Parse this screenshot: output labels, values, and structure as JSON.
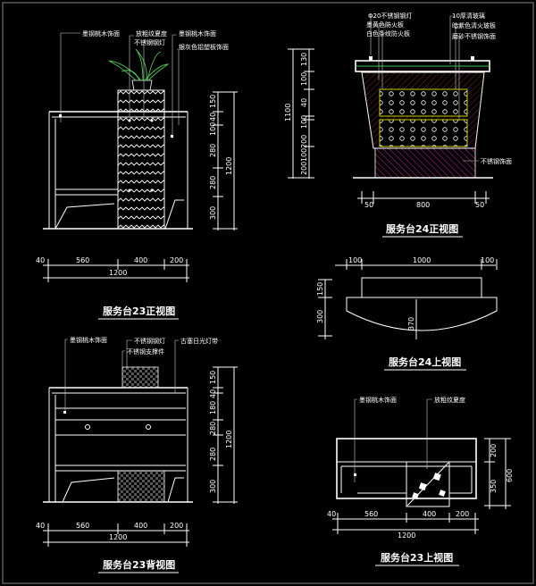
{
  "views": {
    "v1": {
      "title": "服务台23正视图",
      "notes": [
        "墨钢桃木饰面",
        "放粗纹夏度",
        "不锈钢钢灯",
        "墨钢桃木饰面",
        "银灰色铝塑板饰面"
      ],
      "h_dims": [
        "560",
        "400",
        "200",
        "1200"
      ],
      "v_dims": [
        "150",
        "40",
        "100",
        "280",
        "280",
        "300",
        "1200"
      ],
      "small": [
        "40"
      ]
    },
    "v2": {
      "title": "服务台24正视图",
      "notes": [
        "Φ20不锈钢钢灯",
        "墨黄色防火板",
        "白色条纹防火板",
        "10厚清玻璃",
        "暗紫色清火玻板",
        "磨砂不锈钢饰面",
        "不锈钢饰面"
      ],
      "h_dims": [
        "50",
        "800",
        "50"
      ],
      "v_dims": [
        "130",
        "100",
        "40",
        "100",
        "200",
        "100",
        "200",
        "1100"
      ]
    },
    "v3": {
      "title": "服务台24上视图",
      "h_dims": [
        "100",
        "1000",
        "100"
      ],
      "v_dims": [
        "150",
        "300",
        "370"
      ]
    },
    "v4": {
      "title": "服务台23背视图",
      "notes": [
        "墨钢桃木饰面",
        "不锈钢钢灯",
        "不锈钢支撑件",
        "古塞日光灯带"
      ],
      "h_dims": [
        "560",
        "400",
        "200",
        "1200"
      ],
      "v_dims": [
        "150",
        "40",
        "180",
        "280",
        "280",
        "300",
        "1200"
      ],
      "small": [
        "40"
      ]
    },
    "v5": {
      "title": "服务台23上视图",
      "notes": [
        "墨钢桃木饰面",
        "放粗纹夏度"
      ],
      "h_dims": [
        "560",
        "400",
        "200",
        "1200"
      ],
      "v_dims": [
        "200",
        "350",
        "600"
      ],
      "small": [
        "40"
      ]
    }
  }
}
